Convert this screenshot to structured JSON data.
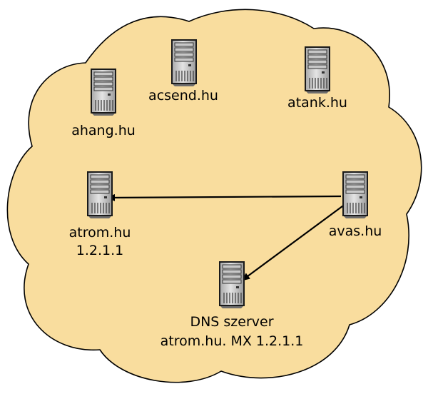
{
  "colors": {
    "cloud_fill": "#f9dd9e",
    "cloud_stroke": "#000000",
    "server_body": "#d3d3d3",
    "arrow": "#000000"
  },
  "servers": {
    "acsend": {
      "icon": "server-icon",
      "label": "acsend.hu"
    },
    "atank": {
      "icon": "server-icon",
      "label": "atank.hu"
    },
    "ahang": {
      "icon": "server-icon",
      "label": "ahang.hu"
    },
    "atrom": {
      "icon": "server-icon",
      "label": "atrom.hu",
      "address": "1.2.1.1"
    },
    "avas": {
      "icon": "server-icon",
      "label": "avas.hu"
    },
    "dns": {
      "icon": "server-icon",
      "label": "DNS szerver",
      "record": "atrom.hu. MX 1.2.1.1"
    }
  },
  "connections": [
    {
      "from": "avas",
      "to": "atrom"
    },
    {
      "from": "avas",
      "to": "dns"
    }
  ]
}
